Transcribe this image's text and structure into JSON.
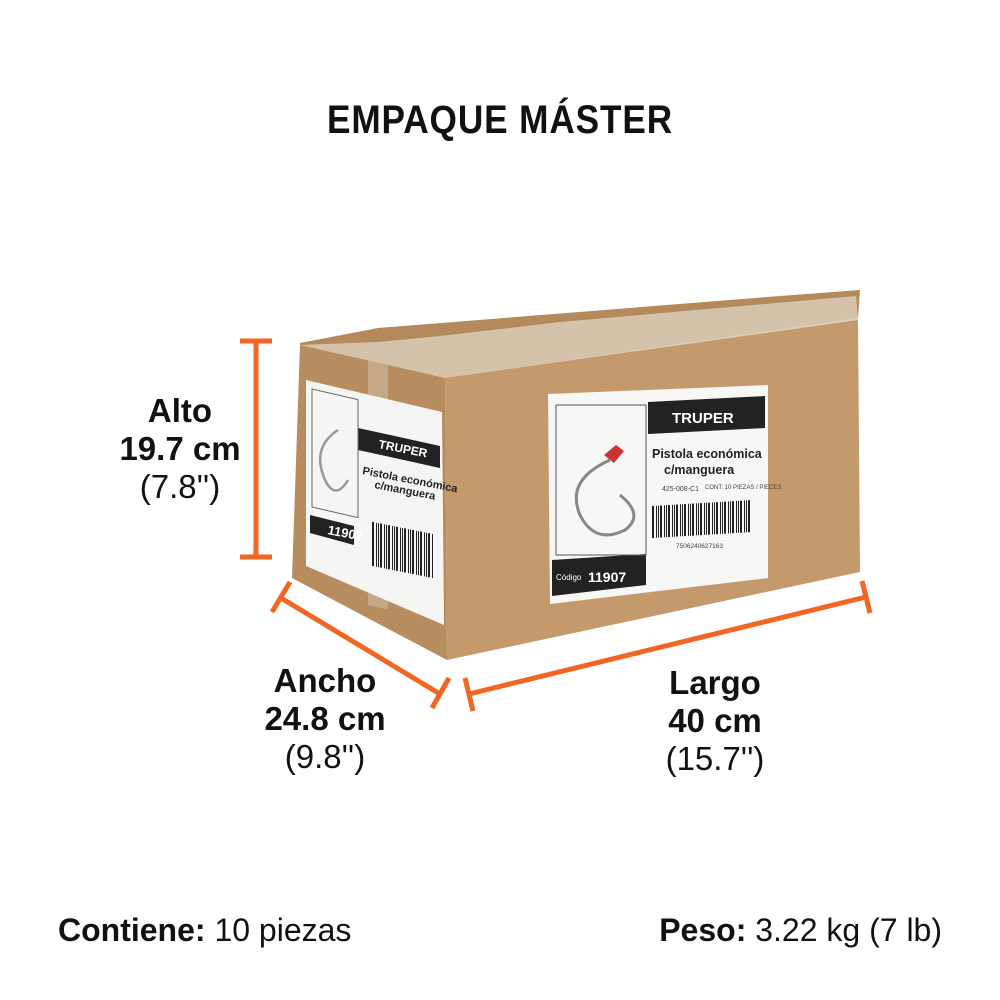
{
  "title": "EMPAQUE MÁSTER",
  "dimensions": {
    "alto": {
      "label": "Alto",
      "metric": "19.7 cm",
      "imperial": "(7.8'')"
    },
    "ancho": {
      "label": "Ancho",
      "metric": "24.8 cm",
      "imperial": "(9.8'')"
    },
    "largo": {
      "label": "Largo",
      "metric": "40 cm",
      "imperial": "(15.7'')"
    }
  },
  "footer": {
    "contiene_label": "Contiene:",
    "contiene_value": "10 piezas",
    "peso_label": "Peso:",
    "peso_value": "3.22 kg (7 lb)"
  },
  "box_label": {
    "brand": "TRUPER",
    "product_line1": "Pistola económica",
    "product_line2": "c/manguera",
    "code_label": "Código",
    "code": "11907",
    "clave": "425-008-C1",
    "cont": "CONT: 10 PIEZAS / PIECES",
    "barcode_number": "7506240627163"
  },
  "colors": {
    "accent": "#f26522",
    "cardboard": "#c49a6c",
    "cardboard_dark": "#a57a4e"
  }
}
